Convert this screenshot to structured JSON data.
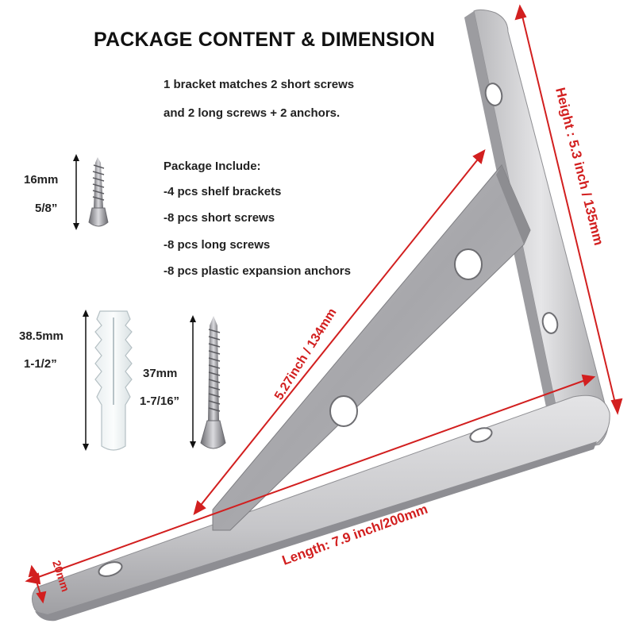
{
  "title": "PACKAGE CONTENT & DIMENSION",
  "intro": {
    "line1": "1 bracket matches  2 short screws",
    "line2": "and 2 long screws + 2 anchors."
  },
  "package": {
    "heading": "Package Include:",
    "items": [
      "-4 pcs shelf brackets",
      "-8 pcs short screws",
      "-8 pcs long screws",
      "-8 pcs plastic expansion anchors"
    ]
  },
  "short_screw": {
    "mm": "16mm",
    "inch": "5/8”"
  },
  "anchor": {
    "mm": "38.5mm",
    "inch": "1-1/2”"
  },
  "long_screw": {
    "mm": "37mm",
    "inch": "1-7/16”"
  },
  "dimensions": {
    "height": "Height : 5.3 inch / 135mm",
    "brace": "5.27inch / 134mm",
    "length": "Length: 7.9 inch/200mm",
    "width": "20mm"
  },
  "colors": {
    "dimension_red": "#d21f1f",
    "steel": "#c9c9cb"
  }
}
